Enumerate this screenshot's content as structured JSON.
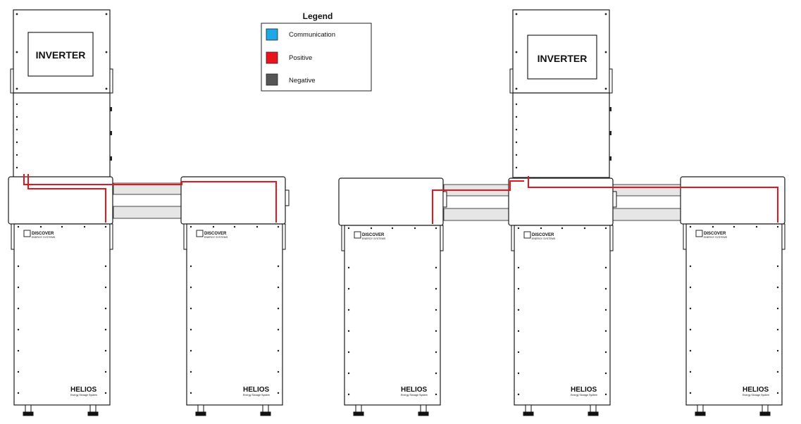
{
  "legend": {
    "title": "Legend",
    "items": [
      {
        "label": "Communication",
        "color": "#1ea9e6"
      },
      {
        "label": "Positive",
        "color": "#e8161c"
      },
      {
        "label": "Negative",
        "color": "#555555"
      }
    ]
  },
  "inverters": [
    {
      "label": "INVERTER"
    },
    {
      "label": "INVERTER"
    }
  ],
  "batteries": [
    {
      "logo": "DISCOVER",
      "logo_sub": "ENERGY SYSTEMS",
      "brand": "HELIOS",
      "brand_sub": "Energy Storage System"
    },
    {
      "logo": "DISCOVER",
      "logo_sub": "ENERGY SYSTEMS",
      "brand": "HELIOS",
      "brand_sub": "Energy Storage System"
    },
    {
      "logo": "DISCOVER",
      "logo_sub": "ENERGY SYSTEMS",
      "brand": "HELIOS",
      "brand_sub": "Energy Storage System"
    },
    {
      "logo": "DISCOVER",
      "logo_sub": "ENERGY SYSTEMS",
      "brand": "HELIOS",
      "brand_sub": "Energy Storage System"
    },
    {
      "logo": "DISCOVER",
      "logo_sub": "ENERGY SYSTEMS",
      "brand": "HELIOS",
      "brand_sub": "Energy Storage System"
    }
  ]
}
